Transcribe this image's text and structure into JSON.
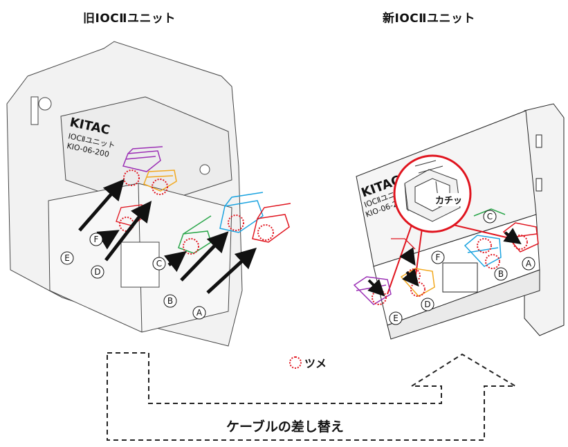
{
  "titles": {
    "old": "旧IOCⅡユニット",
    "new": "新IOCⅡユニット"
  },
  "device_marks": {
    "brand": "KITAC",
    "model_line1": "IOCⅡユニット",
    "model_line2": "KIO-06-200"
  },
  "connector_labels_old": [
    "A",
    "B",
    "C",
    "D",
    "E",
    "F"
  ],
  "connector_labels_new": [
    "A",
    "B",
    "C",
    "D",
    "E",
    "F"
  ],
  "zoom_callout": "カチッ",
  "legend": {
    "text": "ツメ",
    "marker_color": "#e0141e"
  },
  "caption": "ケーブルの差し替え",
  "cable_colors": {
    "A": "#e0141e",
    "B": "#1aa3e0",
    "C": "#2aa64a",
    "D": "#f2a81d",
    "E": "#9b2fb5",
    "F": "#e0141e"
  }
}
